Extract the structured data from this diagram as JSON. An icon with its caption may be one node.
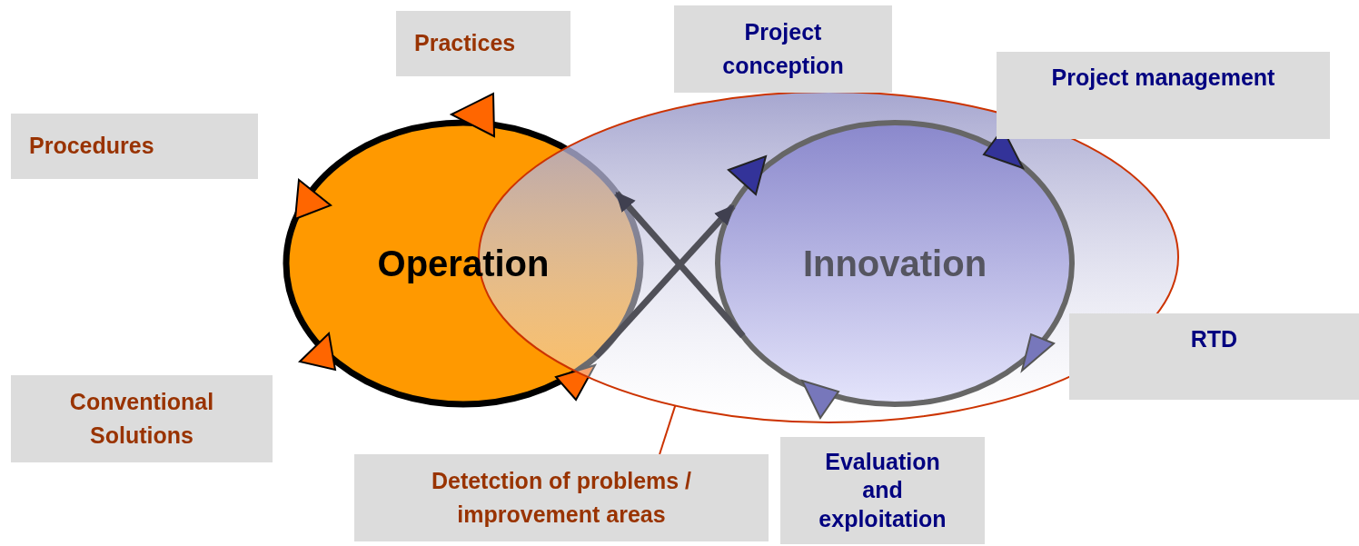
{
  "diagram": {
    "nodes": [
      {
        "text": [
          "Practices"
        ]
      },
      {
        "text": [
          "Procedures"
        ]
      },
      {
        "text": [
          "Conventional Solutions"
        ]
      },
      {
        "text": [
          "Detetction of problems / improvement areas"
        ]
      },
      {
        "text": [
          "Project conception"
        ]
      },
      {
        "text": [
          "Project management"
        ]
      },
      {
        "text": [
          "RTD"
        ]
      },
      {
        "text": [
          "Evaluation and exploitation"
        ]
      },
      {
        "text": [
          "Operation"
        ]
      },
      {
        "text": [
          "Innovation"
        ],
        "in": 10
      },
      {
        "text": [],
        "shape": "ellipse"
      }
    ],
    "edges": [
      {
        "from": 8,
        "to": 9,
        "arrow": "to"
      },
      {
        "from": 9,
        "to": 8,
        "arrow": "to"
      },
      {
        "from": 10,
        "to": 3,
        "arrow": "none",
        "color": "#cc3300"
      }
    ]
  }
}
